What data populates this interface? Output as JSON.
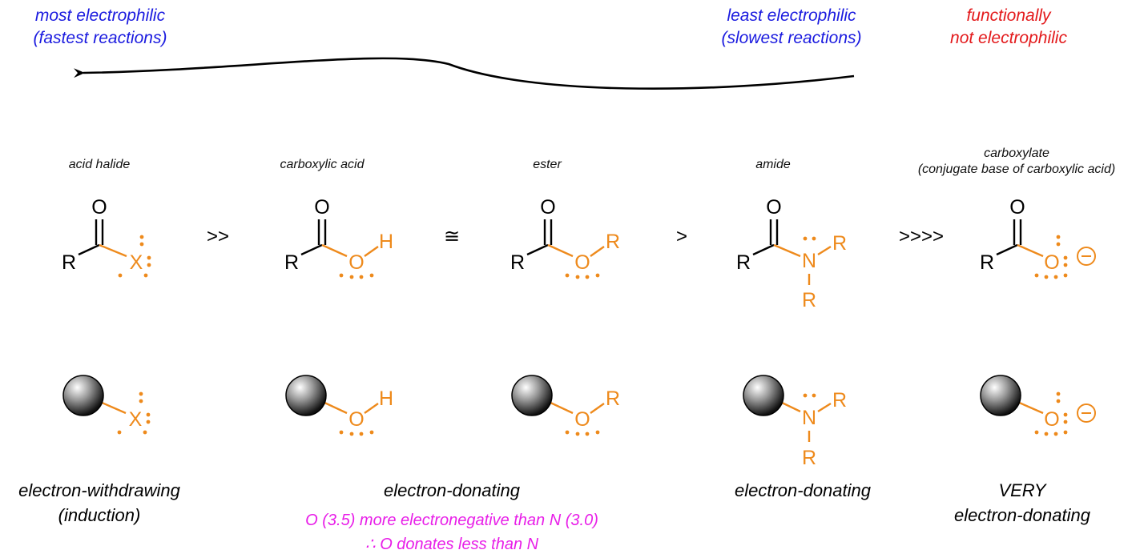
{
  "header": {
    "most_line1": "most electrophilic",
    "most_line2": "(fastest reactions)",
    "least_line1": "least electrophilic",
    "least_line2": "(slowest reactions)",
    "not_line1": "functionally",
    "not_line2": "not electrophilic"
  },
  "compounds": [
    {
      "name": "acid halide",
      "heteroatom": "X",
      "substituent": ""
    },
    {
      "name": "carboxylic acid",
      "heteroatom": "O",
      "substituent": "H"
    },
    {
      "name": "ester",
      "heteroatom": "O",
      "substituent": "R"
    },
    {
      "name": "amide",
      "heteroatom": "N",
      "substituent": "R",
      "substituent2": "R"
    },
    {
      "name_line1": "carboxylate",
      "name_line2": "(conjugate base of carboxylic acid)",
      "heteroatom": "O",
      "charge": "⊖"
    }
  ],
  "atoms": {
    "carbonyl_oxygen": "O",
    "r_group": "R"
  },
  "relations": [
    ">>",
    "≅",
    ">",
    ">>>>"
  ],
  "effects": {
    "halide": {
      "line1": "electron-withdrawing",
      "line2": "(induction)"
    },
    "oxygen": {
      "line1": "electron-donating",
      "note1": "O (3.5) more electronegative than N (3.0)",
      "note2": "∴ O donates less than N"
    },
    "amide": {
      "line1": "electron-donating"
    },
    "carboxylate": {
      "line1": "VERY",
      "line2": "electron-donating"
    }
  },
  "colors": {
    "header_blue": "#1a1adf",
    "header_red": "#e3191b",
    "heteroatom_orange": "#ee8a1c",
    "note_magenta": "#e81ee8"
  }
}
